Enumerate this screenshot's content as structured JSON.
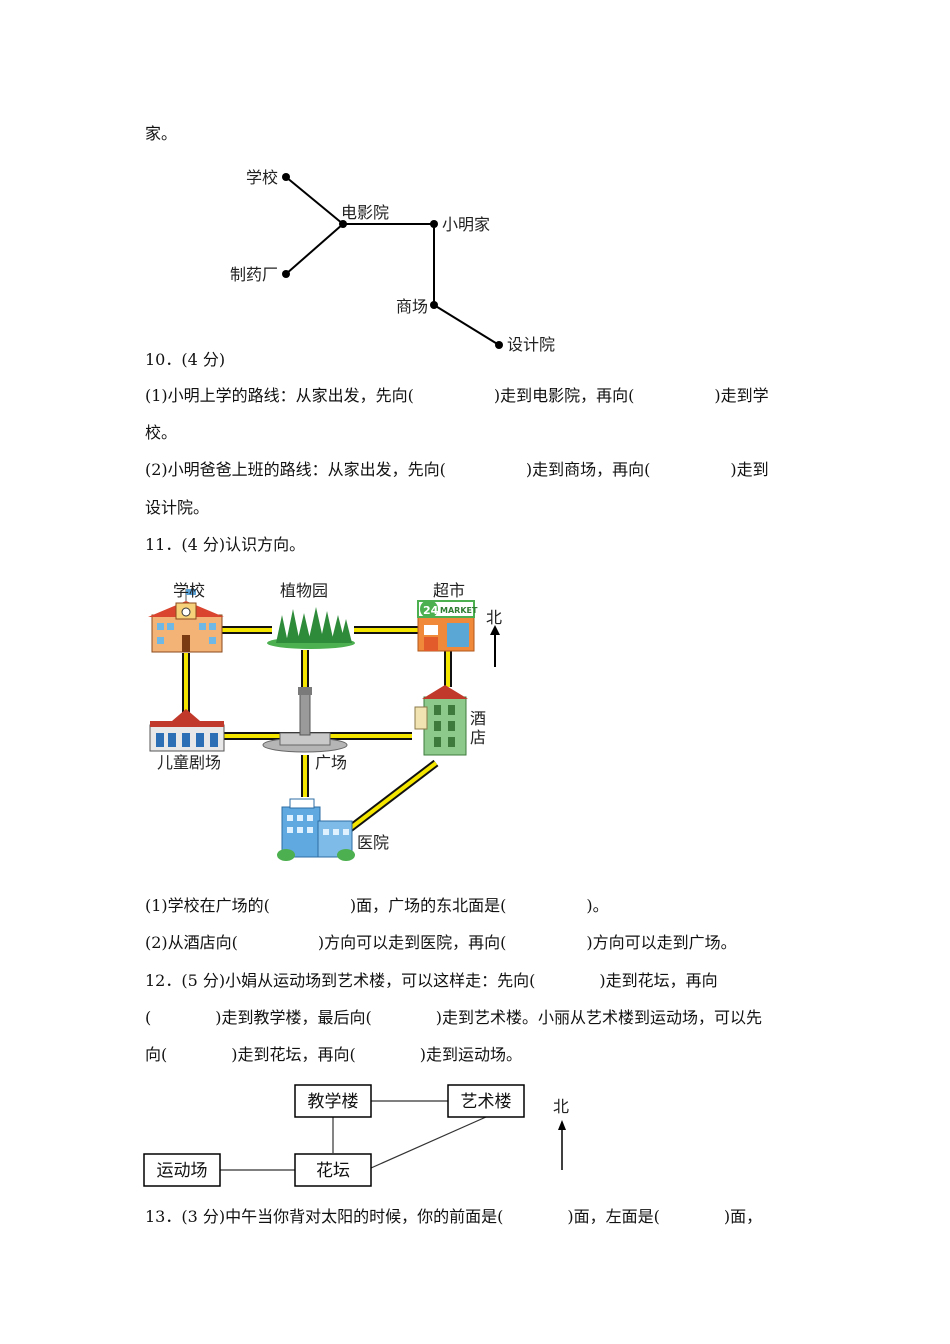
{
  "top_text": "家。",
  "q10_map": {
    "school": "学校",
    "cinema": "电影院",
    "home": "小明家",
    "pharma": "制药厂",
    "mall": "商场",
    "design": "设计院"
  },
  "q10": {
    "title": "10．(4 分)",
    "p1a": "(1)小明上学的路线：从家出发，先向(　　　　　)走到电影院，再向(　　　　　)走到学",
    "p1b": "校。",
    "p2a": "(2)小明爸爸上班的路线：从家出发，先向(　　　　　)走到商场，再向(　　　　　)走到",
    "p2b": "设计院。"
  },
  "q11": {
    "title": "11．(4 分)认识方向。",
    "p1": "(1)学校在广场的(　　　　　)面，广场的东北面是(　　　　　)。",
    "p2": "(2)从酒店向(　　　　　)方向可以走到医院，再向(　　　　　)方向可以走到广场。"
  },
  "q11_map": {
    "school": "学校",
    "garden": "植物园",
    "supermarket": "超市",
    "market_sign_24": "24",
    "market_sign_text": "MARKET",
    "north": "北",
    "hotel_1": "酒",
    "hotel_2": "店",
    "theater": "儿童剧场",
    "square": "广场",
    "hospital": "医院"
  },
  "q12": {
    "l1": "12．(5 分)小娟从运动场到艺术楼，可以这样走：先向(　　　　)走到花坛，再向",
    "l2": "(　　　　)走到教学楼，最后向(　　　　)走到艺术楼。小丽从艺术楼到运动场，可以先",
    "l3": "向(　　　　)走到花坛，再向(　　　　)走到运动场。"
  },
  "q12_map": {
    "teaching": "教学楼",
    "art": "艺术楼",
    "sports": "运动场",
    "flower": "花坛",
    "north": "北"
  },
  "q13": {
    "l1": "13．(3 分)中午当你背对太阳的时候，你的前面是(　　　　)面，左面是(　　　　)面，"
  }
}
